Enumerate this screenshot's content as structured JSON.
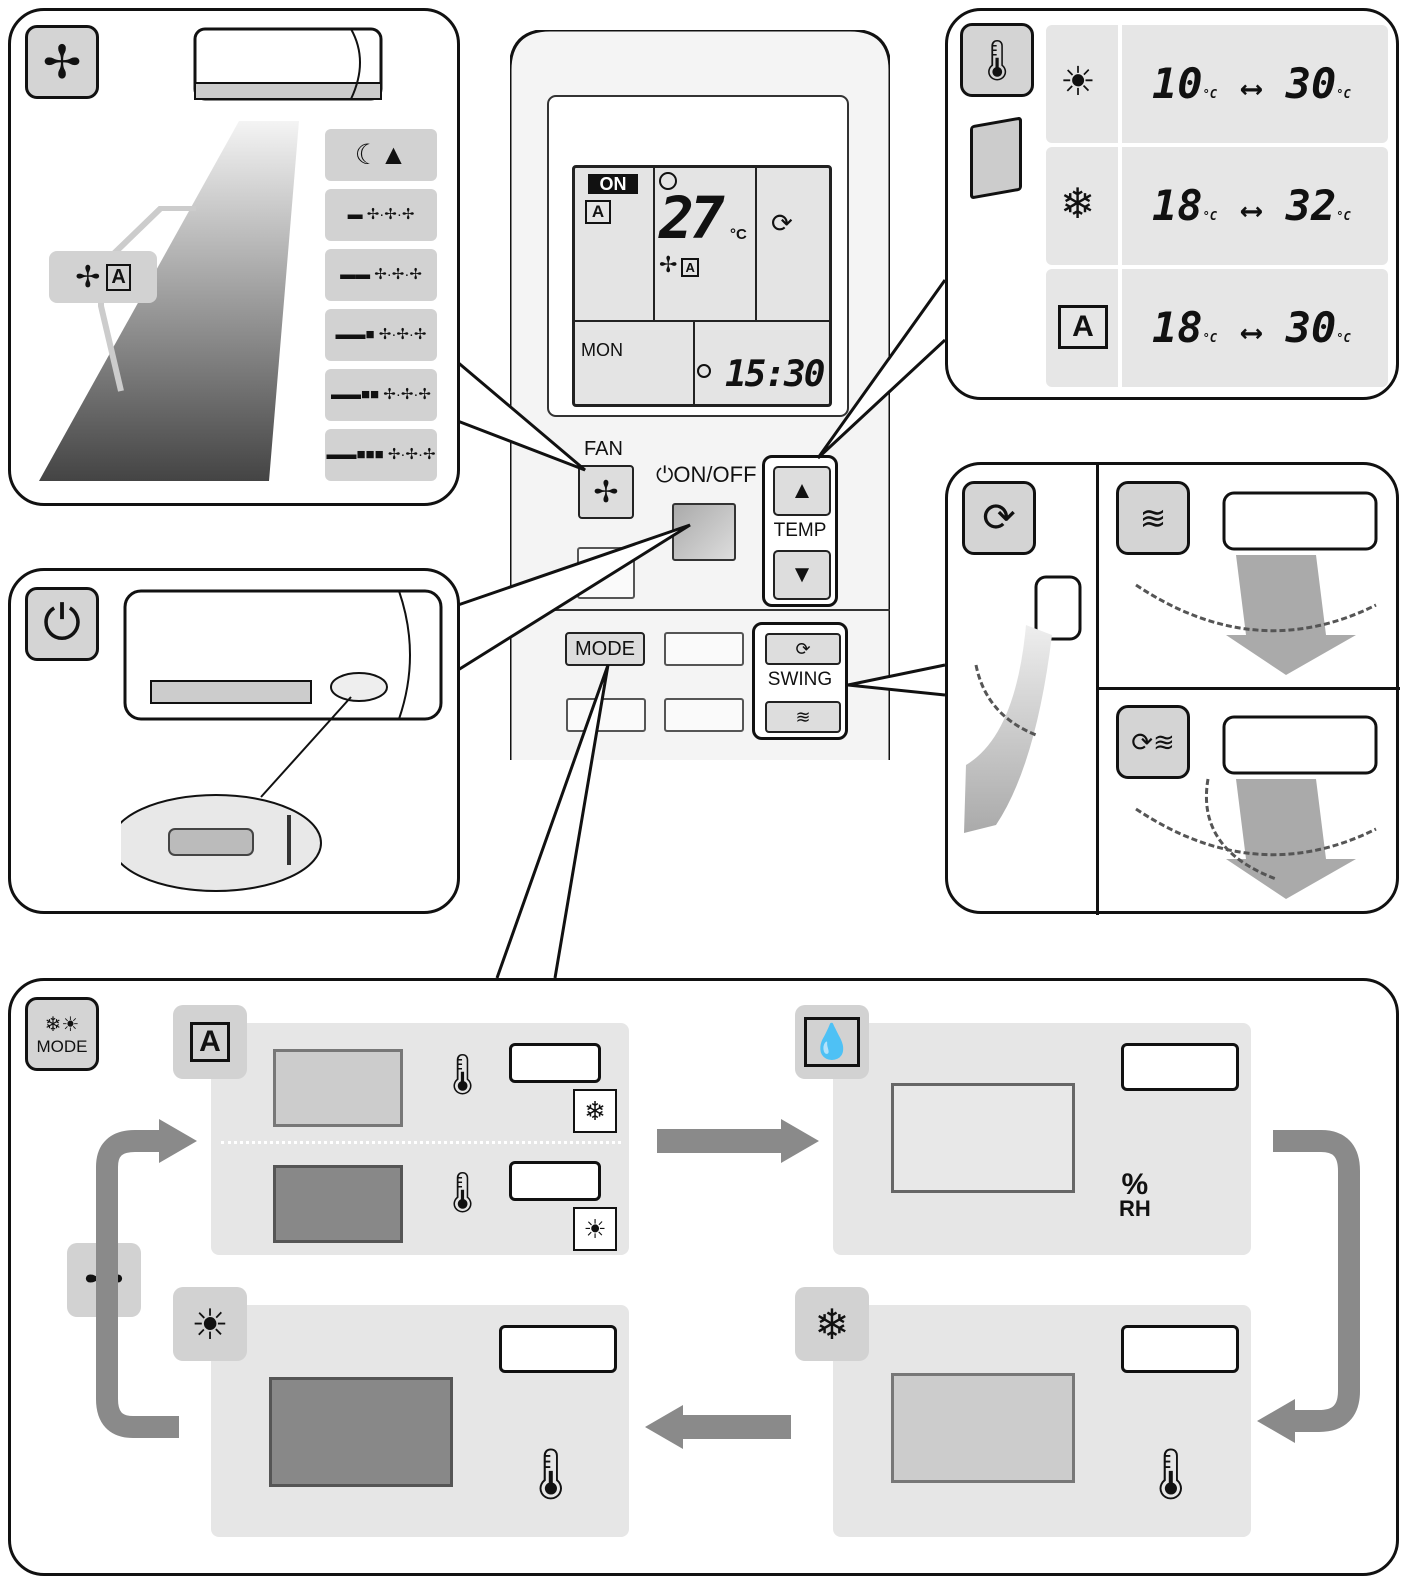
{
  "remote": {
    "lcd": {
      "on_badge": "ON",
      "set_temp": "27",
      "temp_unit": "°C",
      "day": "MON",
      "clock": "15:30"
    },
    "buttons": {
      "fan_label": "FAN",
      "onoff_label": "ON/OFF",
      "temp_label": "TEMP",
      "mode_label": "MODE",
      "swing_label": "SWING",
      "up_glyph": "▲",
      "down_glyph": "▼"
    }
  },
  "temp_ranges": [
    {
      "mode_icon": "sun-icon",
      "min": "10",
      "max": "30",
      "unit": "°C"
    },
    {
      "mode_icon": "snowflake-icon",
      "min": "18",
      "max": "32",
      "unit": "°C"
    },
    {
      "mode_icon": "auto-mode-icon",
      "min": "18",
      "max": "30",
      "unit": "°C"
    }
  ],
  "fan_levels": [
    "quiet",
    "1",
    "2",
    "3",
    "4",
    "5"
  ],
  "mode_panel": {
    "mode_icon_label": "MODE",
    "humidity_label": "%",
    "humidity_unit": "RH",
    "cycle": [
      "auto",
      "dry",
      "cool",
      "heat",
      "fan"
    ]
  },
  "colors": {
    "panel_gray": "#d2d2d2",
    "dark": "#111111",
    "arrow_gray": "#8a8a8a"
  }
}
